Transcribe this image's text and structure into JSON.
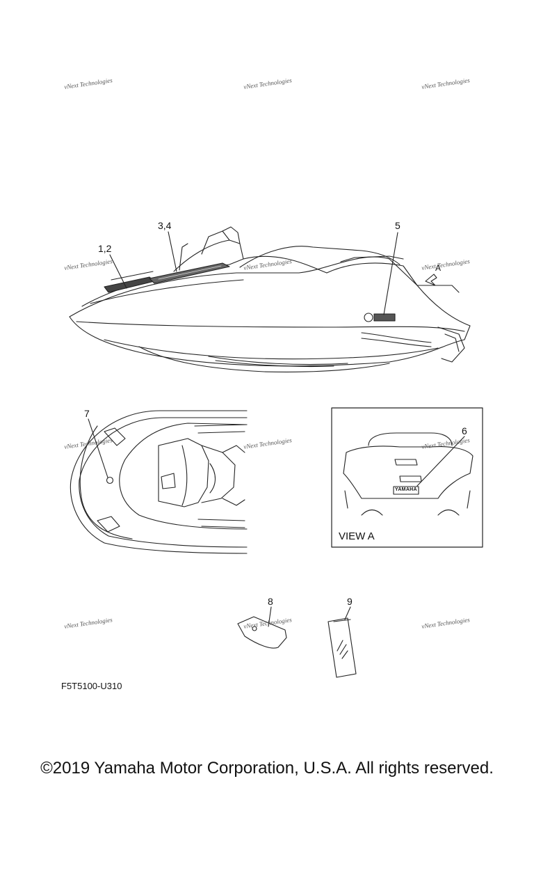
{
  "watermark": "vNext Technologies",
  "callouts": {
    "c12": "1,2",
    "c34": "3,4",
    "c5": "5",
    "c6": "6",
    "c7": "7",
    "c8": "8",
    "c9": "9",
    "arrowA": "A"
  },
  "view_label": "VIEW A",
  "badge_text": "YAMAHA",
  "diagram_code": "F5T5100-U310",
  "copyright": "©2019 Yamaha Motor Corporation, U.S.A. All rights reserved."
}
